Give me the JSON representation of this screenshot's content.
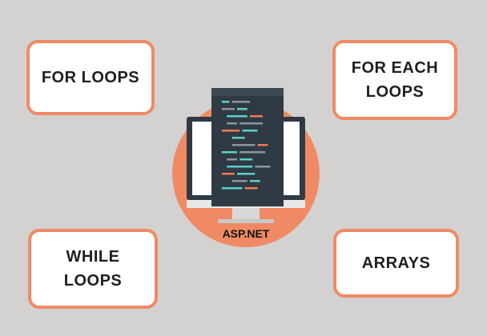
{
  "topics": {
    "top_left": [
      "FOR LOOPS"
    ],
    "top_right": [
      "FOR EACH",
      "LOOPS"
    ],
    "bottom_left": [
      "WHILE",
      "LOOPS"
    ],
    "bottom_right": [
      "ARRAYS"
    ]
  },
  "center": {
    "label": "ASP.NET",
    "icon": "computer-monitor-code-icon"
  },
  "colors": {
    "background": "#d3d2d1",
    "accent": "#f08a64",
    "box_fill": "#ffffff",
    "monitor_dark": "#2f3a44",
    "code_teal": "#5bd0c8",
    "code_orange": "#f07a50"
  }
}
